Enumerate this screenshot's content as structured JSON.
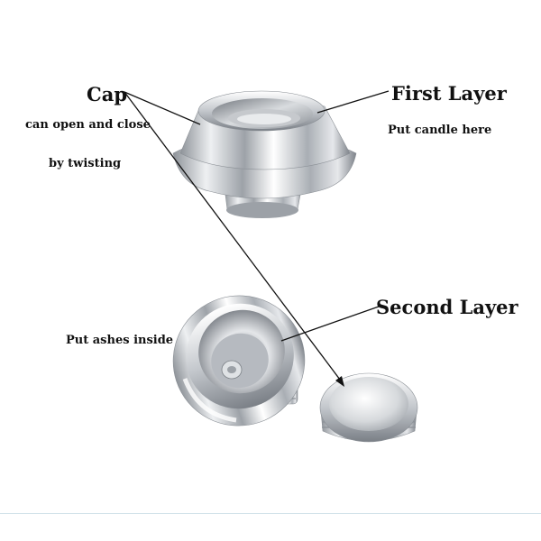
{
  "labels": {
    "cap": "Cap",
    "cap_note_line1": "can open and close",
    "cap_note_line2": "by  twisting",
    "first_layer": "First Layer",
    "first_layer_note": "Put candle here",
    "second_layer": "Second Layer",
    "second_layer_note": "Put ashes inside"
  },
  "colors": {
    "text": "#111111",
    "metal_light": "#f4f5f7",
    "metal_mid": "#b9bdc3",
    "metal_dark": "#6f747b",
    "rule": "#d3e3ea"
  }
}
